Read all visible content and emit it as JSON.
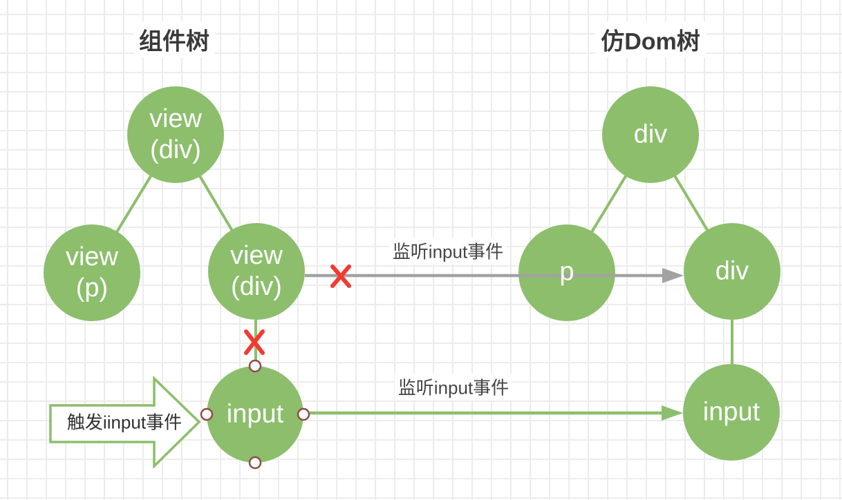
{
  "canvas": {
    "background": "#FFFFFF",
    "grid_color": "#ECECEC"
  },
  "colors": {
    "node_fill": "#8CBE6C",
    "connector_green": "#8CBE6C",
    "connector_gray": "#A2A2A2",
    "cross_red": "#F23A31",
    "handle_ring": "#8F4B45",
    "node_text": "#FFFFFF",
    "label_text": "#454545"
  },
  "titles": {
    "component_tree": "组件树",
    "mock_dom_tree": "仿Dom树"
  },
  "component_tree": {
    "root": {
      "line1": "view",
      "line2": "(div)"
    },
    "child_p": {
      "line1": "view",
      "line2": "(p)"
    },
    "child_div": {
      "line1": "view",
      "line2": "(div)"
    },
    "input": {
      "line1": "input",
      "line2": ""
    }
  },
  "mock_dom_tree": {
    "root": {
      "line1": "div",
      "line2": ""
    },
    "child_p": {
      "line1": "p",
      "line2": ""
    },
    "child_div": {
      "line1": "div",
      "line2": ""
    },
    "input": {
      "line1": "input",
      "line2": ""
    }
  },
  "edge_labels": {
    "listen_input_top": "监听input事件",
    "listen_input_bottom": "监听input事件"
  },
  "callout": {
    "trigger_label": "触发iinput事件"
  }
}
